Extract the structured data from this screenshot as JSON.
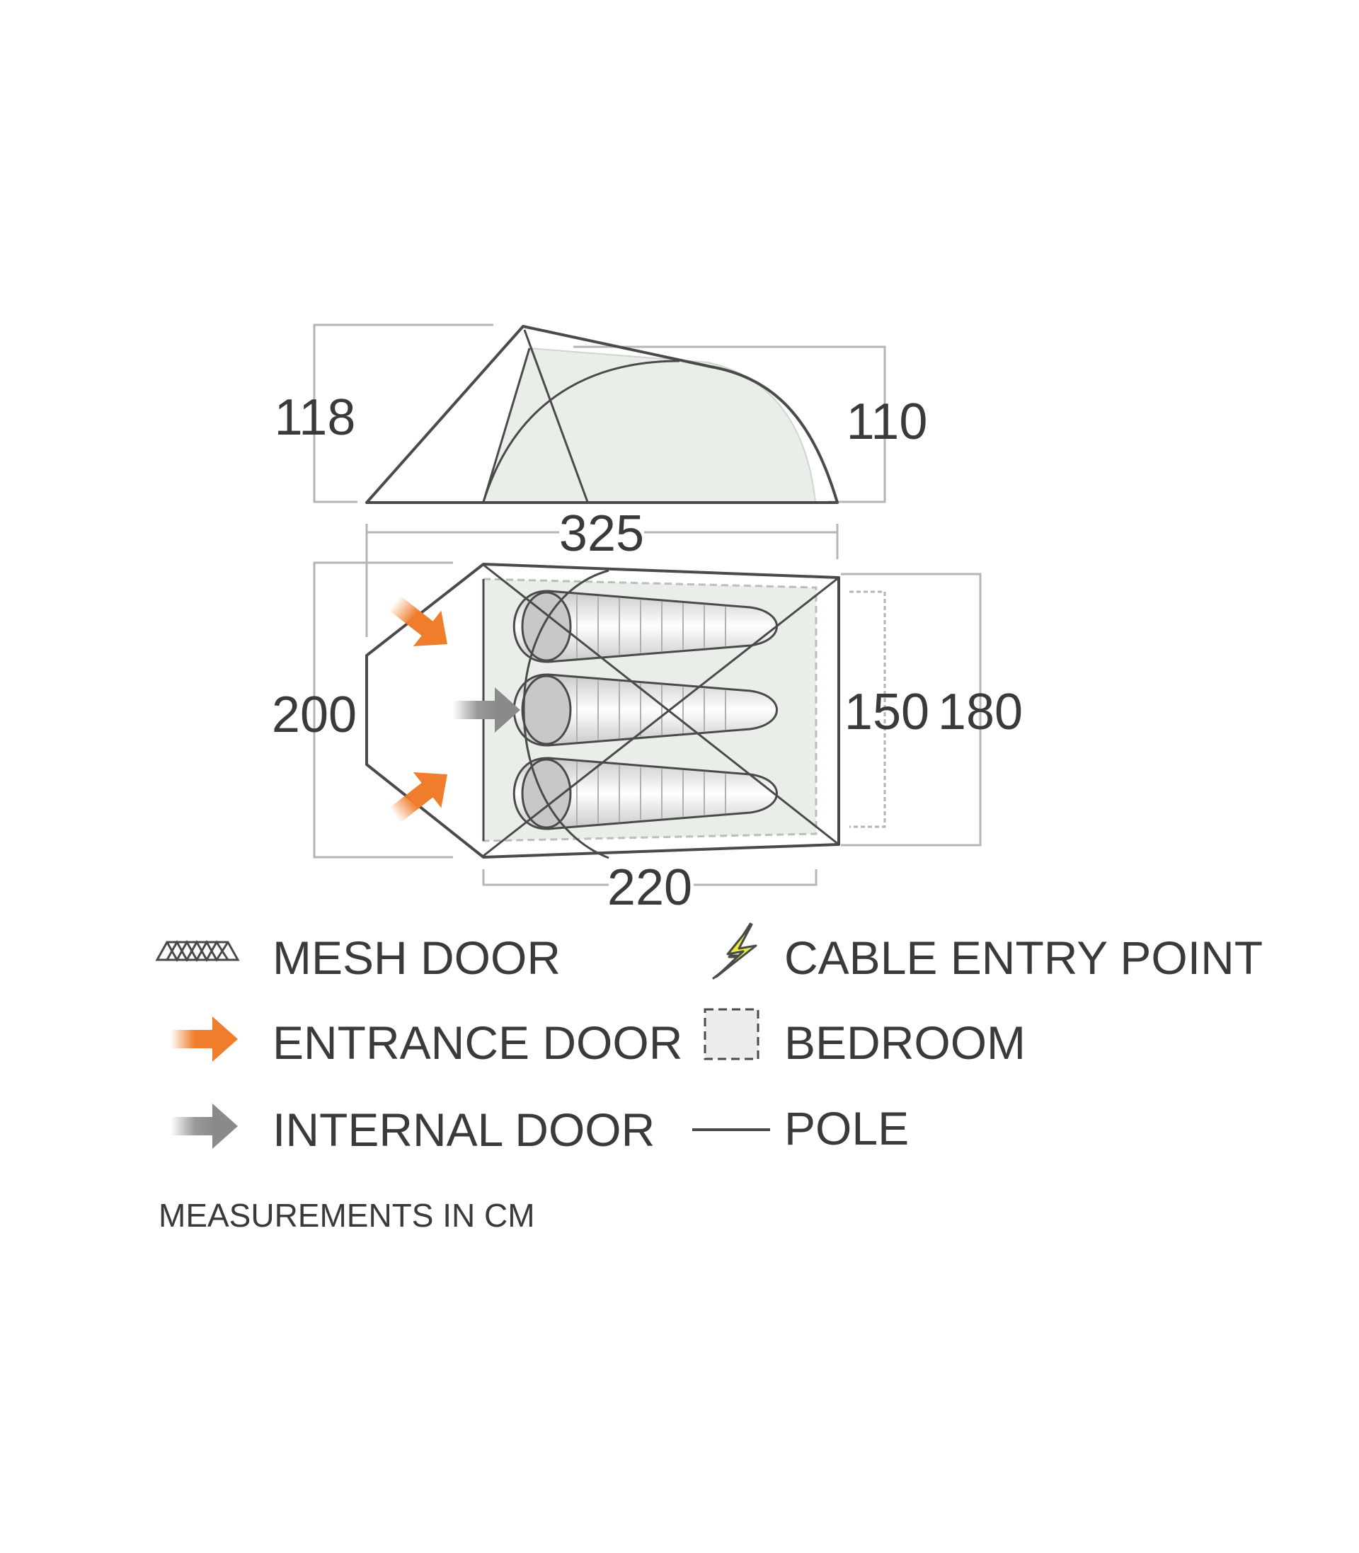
{
  "dimensions": {
    "side_front_height": "118",
    "side_rear_height": "110",
    "total_length": "325",
    "front_width": "200",
    "inner_width": "150",
    "rear_width": "180",
    "inner_length": "220"
  },
  "legend": {
    "mesh_door": "MESH DOOR",
    "entrance_door": "ENTRANCE DOOR",
    "internal_door": "INTERNAL DOOR",
    "cable_entry_point": "CABLE ENTRY POINT",
    "bedroom": "BEDROOM",
    "pole": "POLE"
  },
  "note": "MEASUREMENTS IN CM",
  "sleeping_bags": 3,
  "colors": {
    "outline": "#4a4a4a",
    "inner_fill": "#e9eee9",
    "dimension_line": "#b5b5b5",
    "entrance_arrow": "#ef7d2c",
    "internal_arrow": "#9a9a9a",
    "bolt": "#e9ec3c",
    "bedroom_fill": "#ececec"
  }
}
